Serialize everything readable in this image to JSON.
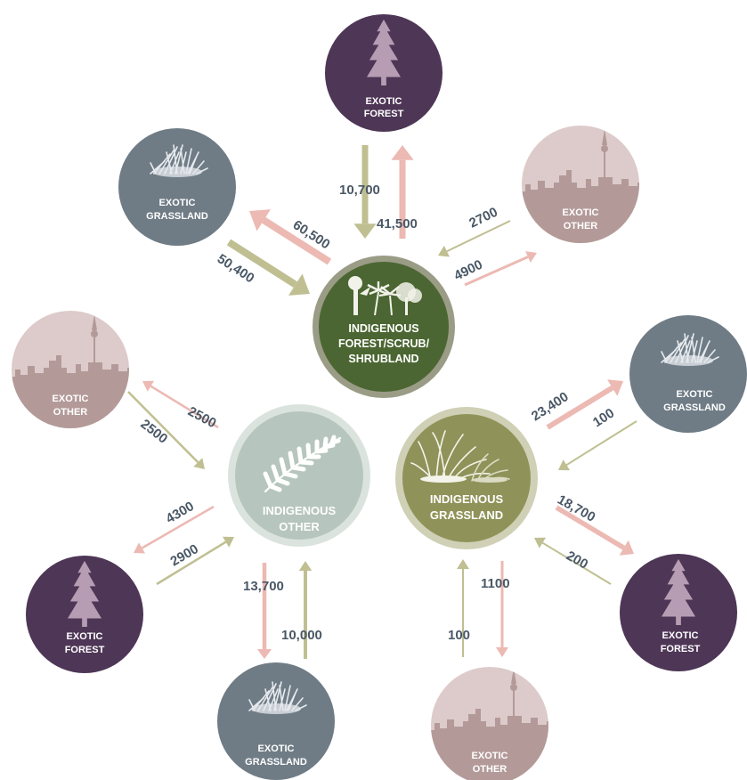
{
  "colors": {
    "exotic_forest": "#4e3656",
    "exotic_grassland": "#6f7c86",
    "exotic_other": "#b39a98",
    "exotic_other_sky": "#dccbca",
    "indigenous_forest": "#4b6632",
    "indigenous_forest_ring": "#9a9c86",
    "indigenous_other": "#b6c5bd",
    "indigenous_other_ring": "#dbe3de",
    "indigenous_grassland": "#8f9359",
    "indigenous_grassland_ring": "#cfd0b5",
    "arrow_pink": "#ecb9b3",
    "arrow_olive": "#bfbf92",
    "label_text": "#4a5866"
  },
  "nodes": {
    "exotic_forest_top": {
      "label_lines": [
        "EXOTIC",
        "FOREST"
      ],
      "kind": "exotic_forest",
      "icon": "conifer-tree-icon"
    },
    "exotic_grassland_tl": {
      "label_lines": [
        "EXOTIC",
        "GRASSLAND"
      ],
      "kind": "exotic_grassland",
      "icon": "grass-tussock-icon"
    },
    "exotic_other_tr": {
      "label_lines": [
        "EXOTIC",
        "OTHER"
      ],
      "kind": "exotic_other",
      "icon": "city-skyline-icon"
    },
    "indigenous_forest": {
      "label_lines": [
        "INDIGENOUS",
        "FOREST/SCRUB/",
        "SHRUBLAND"
      ],
      "kind": "indigenous_forest",
      "icon": "native-trees-icon"
    },
    "exotic_other_left": {
      "label_lines": [
        "EXOTIC",
        "OTHER"
      ],
      "kind": "exotic_other",
      "icon": "city-skyline-icon"
    },
    "indigenous_other": {
      "label_lines": [
        "INDIGENOUS",
        "OTHER"
      ],
      "kind": "indigenous_other",
      "icon": "fern-frond-icon"
    },
    "indigenous_grassland": {
      "label_lines": [
        "INDIGENOUS",
        "GRASSLAND"
      ],
      "kind": "indigenous_grassland",
      "icon": "tussock-grass-icon"
    },
    "exotic_grassland_right": {
      "label_lines": [
        "EXOTIC",
        "GRASSLAND"
      ],
      "kind": "exotic_grassland",
      "icon": "grass-tussock-icon"
    },
    "exotic_forest_bl": {
      "label_lines": [
        "EXOTIC",
        "FOREST"
      ],
      "kind": "exotic_forest",
      "icon": "conifer-tree-icon"
    },
    "exotic_forest_br": {
      "label_lines": [
        "EXOTIC",
        "FOREST"
      ],
      "kind": "exotic_forest",
      "icon": "conifer-tree-icon"
    },
    "exotic_grassland_bottom": {
      "label_lines": [
        "EXOTIC",
        "GRASSLAND"
      ],
      "kind": "exotic_grassland",
      "icon": "grass-tussock-icon"
    },
    "exotic_other_bottom": {
      "label_lines": [
        "EXOTIC",
        "OTHER"
      ],
      "kind": "exotic_other",
      "icon": "city-skyline-icon"
    }
  },
  "flows": [
    {
      "id": "ef_to_if",
      "from": "EXOTIC FOREST",
      "to": "INDIGENOUS FOREST/SCRUB/SHRUBLAND",
      "value": "10,700",
      "color": "olive"
    },
    {
      "id": "if_to_ef",
      "from": "INDIGENOUS FOREST/SCRUB/SHRUBLAND",
      "to": "EXOTIC FOREST",
      "value": "41,500",
      "color": "pink"
    },
    {
      "id": "if_to_eg",
      "from": "INDIGENOUS FOREST/SCRUB/SHRUBLAND",
      "to": "EXOTIC GRASSLAND",
      "value": "60,500",
      "color": "pink"
    },
    {
      "id": "eg_to_if",
      "from": "EXOTIC GRASSLAND",
      "to": "INDIGENOUS FOREST/SCRUB/SHRUBLAND",
      "value": "50,400",
      "color": "olive"
    },
    {
      "id": "eo_to_if",
      "from": "EXOTIC OTHER",
      "to": "INDIGENOUS FOREST/SCRUB/SHRUBLAND",
      "value": "2700",
      "color": "olive"
    },
    {
      "id": "if_to_eo",
      "from": "INDIGENOUS FOREST/SCRUB/SHRUBLAND",
      "to": "EXOTIC OTHER",
      "value": "4900",
      "color": "pink"
    },
    {
      "id": "io_to_eo",
      "from": "INDIGENOUS OTHER",
      "to": "EXOTIC OTHER",
      "value": "2500",
      "color": "pink"
    },
    {
      "id": "eo_to_io",
      "from": "EXOTIC OTHER",
      "to": "INDIGENOUS OTHER",
      "value": "2500",
      "color": "olive"
    },
    {
      "id": "io_to_ef",
      "from": "INDIGENOUS OTHER",
      "to": "EXOTIC FOREST",
      "value": "4300",
      "color": "pink"
    },
    {
      "id": "ef_to_io",
      "from": "EXOTIC FOREST",
      "to": "INDIGENOUS OTHER",
      "value": "2900",
      "color": "olive"
    },
    {
      "id": "io_to_eg",
      "from": "INDIGENOUS OTHER",
      "to": "EXOTIC GRASSLAND",
      "value": "13,700",
      "color": "pink"
    },
    {
      "id": "eg_to_io",
      "from": "EXOTIC GRASSLAND",
      "to": "INDIGENOUS OTHER",
      "value": "10,000",
      "color": "olive"
    },
    {
      "id": "ig_to_eg",
      "from": "INDIGENOUS GRASSLAND",
      "to": "EXOTIC GRASSLAND",
      "value": "23,400",
      "color": "pink"
    },
    {
      "id": "eg_to_ig",
      "from": "EXOTIC GRASSLAND",
      "to": "INDIGENOUS GRASSLAND",
      "value": "100",
      "color": "olive"
    },
    {
      "id": "ig_to_ef",
      "from": "INDIGENOUS GRASSLAND",
      "to": "EXOTIC FOREST",
      "value": "18,700",
      "color": "pink"
    },
    {
      "id": "ef_to_ig",
      "from": "EXOTIC FOREST",
      "to": "INDIGENOUS GRASSLAND",
      "value": "200",
      "color": "olive"
    },
    {
      "id": "eo_to_ig",
      "from": "EXOTIC OTHER",
      "to": "INDIGENOUS GRASSLAND",
      "value": "100",
      "color": "olive"
    },
    {
      "id": "ig_to_eo",
      "from": "INDIGENOUS GRASSLAND",
      "to": "EXOTIC OTHER",
      "value": "1100",
      "color": "pink"
    }
  ]
}
